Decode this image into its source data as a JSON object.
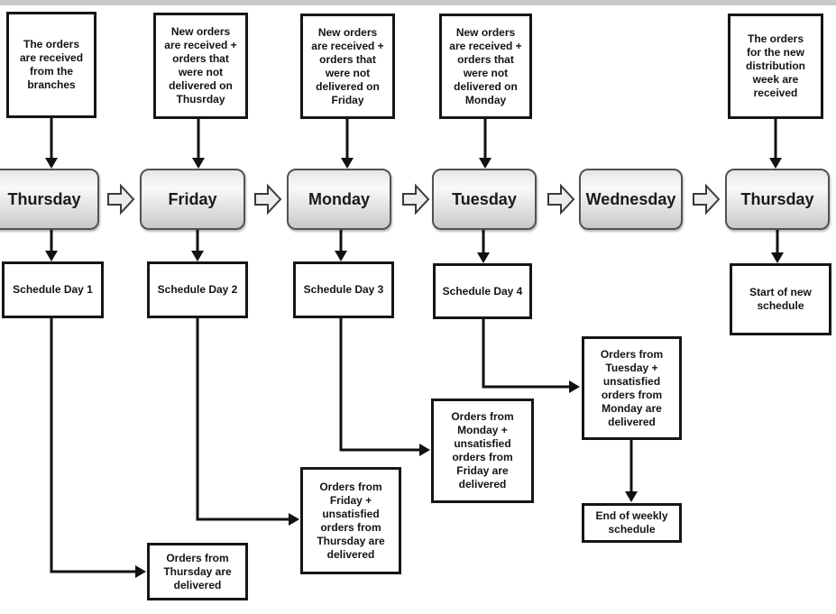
{
  "colors": {
    "connector_line": "#111111",
    "box_border": "#161616",
    "day_border": "#525252",
    "day_fill_top": "#e7e7e7",
    "day_fill_bottom": "#c8c8c8",
    "block_arrow_fill": "#ededed",
    "page_edge": "#c8c8c8",
    "text": "#141414"
  },
  "notes": {
    "branches": "The orders\nare received\nfrom the\nbranches",
    "after_thursday": "New orders\nare received +\norders that\nwere not\ndelivered on\nThusrday",
    "after_friday": "New orders\nare received +\norders that\nwere not\ndelivered on\nFriday",
    "after_monday": "New orders\nare received +\norders that\nwere not\ndelivered on\nMonday",
    "new_week": "The orders\nfor the new\ndistribution\nweek are\nreceived"
  },
  "days": {
    "thursday1": "Thursday",
    "friday": "Friday",
    "monday": "Monday",
    "tuesday": "Tuesday",
    "wednesday": "Wednesday",
    "thursday2": "Thursday"
  },
  "schedules": {
    "day1": "Schedule Day 1",
    "day2": "Schedule Day 2",
    "day3": "Schedule Day 3",
    "day4": "Schedule Day 4",
    "start_new": "Start of new\nschedule"
  },
  "deliveries": {
    "thursday": "Orders from\nThursday are\ndelivered",
    "friday": "Orders from\nFriday +\nunsatisfied\norders from\nThursday are\ndelivered",
    "monday": "Orders from\nMonday +\nunsatisfied\norders from\nFriday are\ndelivered",
    "tuesday": "Orders from\nTuesday +\nunsatisfied\norders from\nMonday are\ndelivered",
    "end": "End of weekly\nschedule"
  }
}
